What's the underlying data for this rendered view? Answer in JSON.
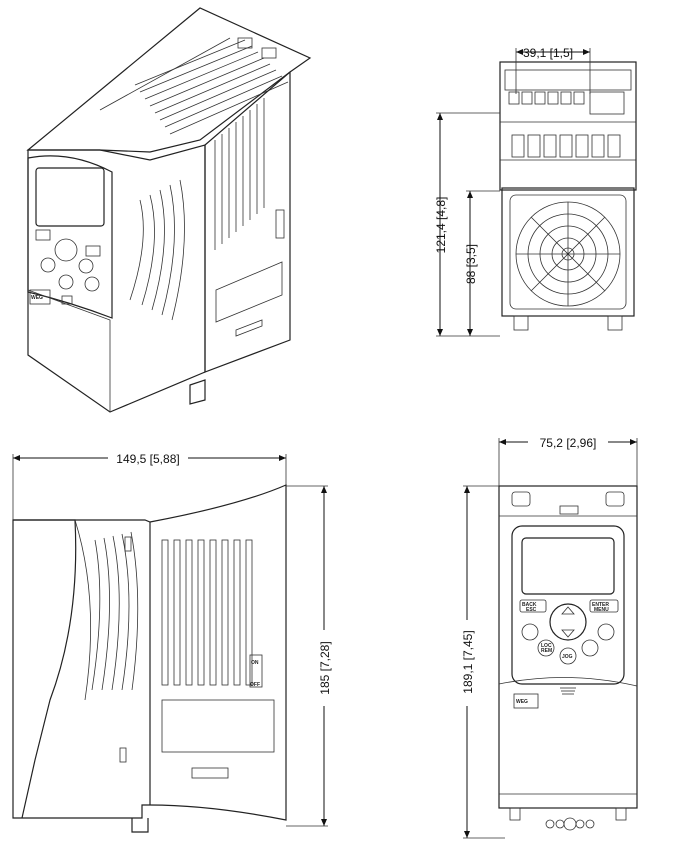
{
  "dimensions": {
    "top_width": "39,1",
    "top_width_in": "[1,5]",
    "top_height_total": "121,4",
    "top_height_total_in": "[4,8]",
    "top_height_lower": "88",
    "top_height_lower_in": "[3,5]",
    "side_width": "149,5",
    "side_width_in": "[5,88]",
    "side_height": "185",
    "side_height_in": "[7,28]",
    "front_width": "75,2",
    "front_width_in": "[2,96]",
    "front_height": "189,1",
    "front_height_in": "[7,45]"
  },
  "keypad": {
    "back": "BACK",
    "esc": "ESC",
    "enter": "ENTER",
    "menu": "MENU",
    "loc": "LOC",
    "rem": "REM",
    "jog": "JOG"
  },
  "switch": {
    "on": "ON",
    "off": "OFF"
  },
  "brand_logo": "WEG"
}
